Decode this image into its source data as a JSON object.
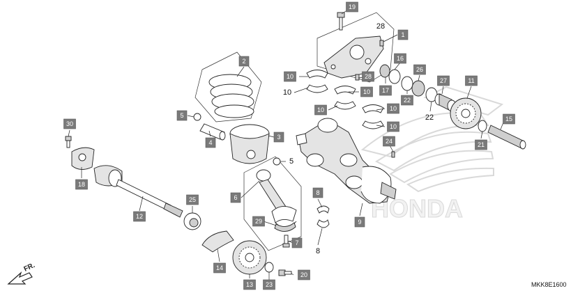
{
  "diagram": {
    "code": "MKK8E1600",
    "direction_label": "FR.",
    "watermark_text": "HONDA",
    "callouts": [
      {
        "id": "c19",
        "label": "19",
        "boxed": true
      },
      {
        "id": "c28a",
        "label": "28",
        "boxed": false
      },
      {
        "id": "c1",
        "label": "1",
        "boxed": true
      },
      {
        "id": "c2",
        "label": "2",
        "boxed": true
      },
      {
        "id": "c10a",
        "label": "10",
        "boxed": true
      },
      {
        "id": "c10b",
        "label": "10",
        "boxed": false
      },
      {
        "id": "c10c",
        "label": "10",
        "boxed": true
      },
      {
        "id": "c10d",
        "label": "10",
        "boxed": true
      },
      {
        "id": "c10e",
        "label": "10",
        "boxed": true
      },
      {
        "id": "c10f",
        "label": "10",
        "boxed": true
      },
      {
        "id": "c28b",
        "label": "28",
        "boxed": true
      },
      {
        "id": "c16",
        "label": "16",
        "boxed": true
      },
      {
        "id": "c17",
        "label": "17",
        "boxed": true
      },
      {
        "id": "c26",
        "label": "26",
        "boxed": true
      },
      {
        "id": "c22a",
        "label": "22",
        "boxed": true
      },
      {
        "id": "c22b",
        "label": "22",
        "boxed": false
      },
      {
        "id": "c27",
        "label": "27",
        "boxed": true
      },
      {
        "id": "c11",
        "label": "11",
        "boxed": true
      },
      {
        "id": "c15",
        "label": "15",
        "boxed": true
      },
      {
        "id": "c21",
        "label": "21",
        "boxed": true
      },
      {
        "id": "c5a",
        "label": "5",
        "boxed": true
      },
      {
        "id": "c4",
        "label": "4",
        "boxed": true
      },
      {
        "id": "c3",
        "label": "3",
        "boxed": true
      },
      {
        "id": "c5b",
        "label": "5",
        "boxed": false
      },
      {
        "id": "c30",
        "label": "30",
        "boxed": true
      },
      {
        "id": "c18",
        "label": "18",
        "boxed": true
      },
      {
        "id": "c24",
        "label": "24",
        "boxed": true
      },
      {
        "id": "c6",
        "label": "6",
        "boxed": true
      },
      {
        "id": "c8a",
        "label": "8",
        "boxed": true
      },
      {
        "id": "c8b",
        "label": "8",
        "boxed": false
      },
      {
        "id": "c9",
        "label": "9",
        "boxed": true
      },
      {
        "id": "c12",
        "label": "12",
        "boxed": true
      },
      {
        "id": "c25",
        "label": "25",
        "boxed": true
      },
      {
        "id": "c29",
        "label": "29",
        "boxed": true
      },
      {
        "id": "c7",
        "label": "7",
        "boxed": true
      },
      {
        "id": "c14",
        "label": "14",
        "boxed": true
      },
      {
        "id": "c13",
        "label": "13",
        "boxed": true
      },
      {
        "id": "c23",
        "label": "23",
        "boxed": true
      },
      {
        "id": "c20",
        "label": "20",
        "boxed": true
      }
    ]
  }
}
